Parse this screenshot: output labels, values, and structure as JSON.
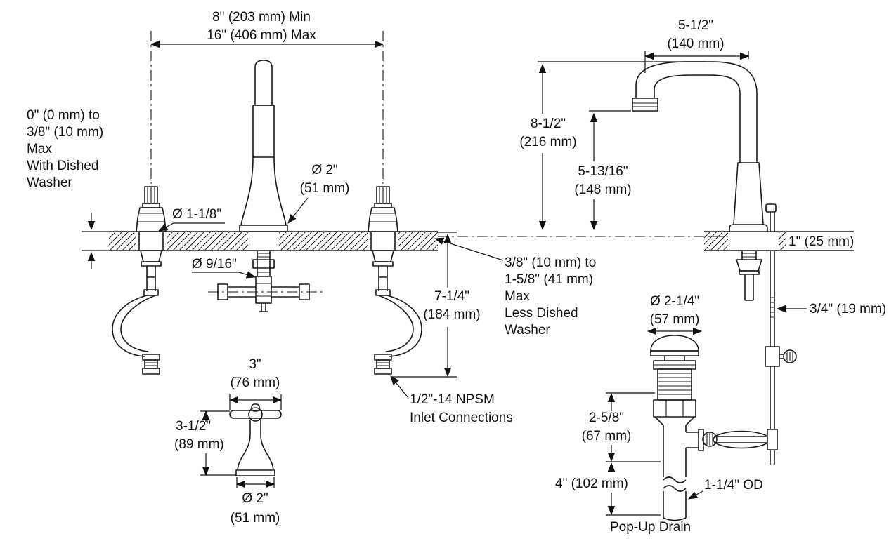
{
  "diagram": {
    "background": "#ffffff",
    "line_color": "#1a1a1a",
    "text_color": "#111111",
    "front_view": {
      "spread_min": "8\" (203 mm) Min",
      "spread_max": "16\" (406 mm) Max",
      "deck_note_left": [
        "0\" (0 mm) to",
        "3/8\" (10 mm)",
        "Max",
        "With Dished",
        "Washer"
      ],
      "escutcheon_diameter": [
        "Ø 2\"",
        "(51 mm)"
      ],
      "hole_diameter": "Ø 1-1/8\"",
      "shank_diameter": "Ø 9/16\"",
      "below_deck_depth": [
        "7-1/4\"",
        "(184 mm)"
      ],
      "deck_note_right": [
        "3/8\" (10 mm) to",
        "1-5/8\" (41 mm)",
        "Max",
        "Less Dished",
        "Washer"
      ],
      "inlet_note": [
        "1/2\"-14 NPSM",
        "Inlet Connections"
      ]
    },
    "handle_detail": {
      "width": [
        "3\"",
        "(76 mm)"
      ],
      "height": [
        "3-1/2\"",
        "(89 mm)"
      ],
      "base_diameter": [
        "Ø 2\"",
        "(51 mm)"
      ]
    },
    "side_view": {
      "spout_reach": [
        "5-1/2\"",
        "(140 mm)"
      ],
      "spout_height": [
        "8-1/2\"",
        "(216 mm)"
      ],
      "outlet_height": [
        "5-13/16\"",
        "(148 mm)"
      ],
      "max_deck_thickness": "1\" (25 mm)",
      "lift_rod_offset": "3/4\" (19 mm)"
    },
    "drain": {
      "flange_diameter": [
        "Ø 2-1/4\"",
        "(57 mm)"
      ],
      "body_length": [
        "2-5/8\"",
        "(67 mm)"
      ],
      "tailpiece_length": "4\" (102 mm)",
      "tailpiece_od": "1-1/4\" OD",
      "label": "Pop-Up Drain"
    }
  }
}
